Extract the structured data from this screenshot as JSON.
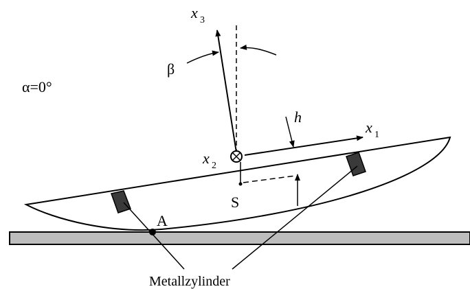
{
  "labels": {
    "alpha": "α=0°",
    "beta": "β",
    "x3": "x",
    "x3_sub": "3",
    "x2": "x",
    "x2_sub": "2",
    "x1": "x",
    "x1_sub": "1",
    "h": "h",
    "S": "S",
    "A": "A",
    "metal": "Metallzylinder"
  },
  "colors": {
    "stroke": "#000000",
    "ground_fill": "#bdbdbd",
    "cylinder_fill": "#3a3a3a"
  }
}
